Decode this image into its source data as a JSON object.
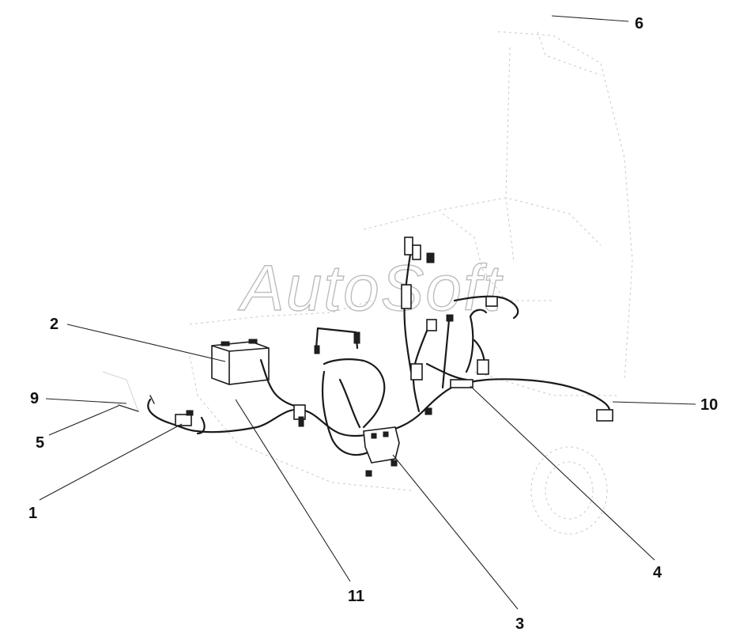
{
  "diagram": {
    "watermark": "AutoSoft",
    "callouts": [
      {
        "id": "6",
        "label": "6"
      },
      {
        "id": "2",
        "label": "2"
      },
      {
        "id": "9",
        "label": "9"
      },
      {
        "id": "5",
        "label": "5"
      },
      {
        "id": "1",
        "label": "1"
      },
      {
        "id": "10",
        "label": "10"
      },
      {
        "id": "4",
        "label": "4"
      },
      {
        "id": "11",
        "label": "11"
      },
      {
        "id": "3",
        "label": "3"
      }
    ]
  }
}
